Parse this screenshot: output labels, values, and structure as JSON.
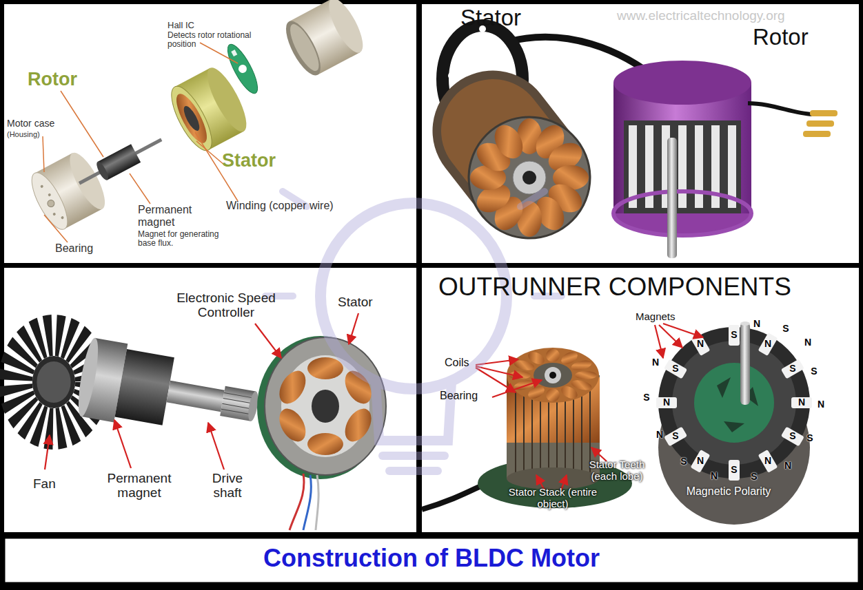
{
  "diagram": {
    "title": "Construction of BLDC Motor",
    "labels": [
      "www.electricaltechnology.org",
      "Hall IC",
      "Detects rotor rotational position",
      "Rotor",
      "Motor case",
      "(Housing)",
      "Stator",
      "Permanent magnet",
      "Magnet for generating base flux.",
      "Winding (copper wire)",
      "Bearing",
      "Stator",
      "Rotor",
      "Electronic Speed Controller",
      "Stator",
      "Fan",
      "Permanent magnet",
      "Drive shaft",
      "OUTRUNNER COMPONENTS",
      "Magnets",
      "Coils",
      "Bearing",
      "Stator Teeth (each lobe)",
      "Stator Stack (entire object)",
      "Magnetic Polarity",
      "N",
      "S",
      "N",
      "S",
      "N",
      "S",
      "N",
      "S",
      "N",
      "S",
      "N",
      "S",
      "N",
      "S",
      "N",
      "S",
      "N",
      "S",
      "N",
      "S",
      "N",
      "S",
      "N",
      "S",
      "N"
    ]
  }
}
